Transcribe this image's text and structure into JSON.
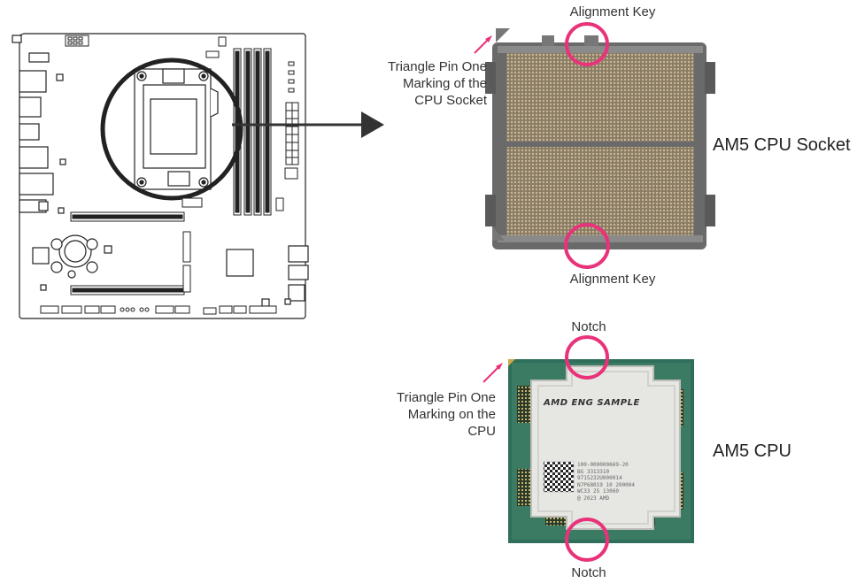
{
  "labels": {
    "alignment_key_top": "Alignment Key",
    "alignment_key_bottom": "Alignment Key",
    "socket_triangle_lines": [
      "Triangle Pin One",
      "Marking of the",
      "CPU Socket"
    ],
    "socket_name": "AM5 CPU Socket",
    "notch_top": "Notch",
    "notch_bottom": "Notch",
    "cpu_triangle_lines": [
      "Triangle Pin One",
      "Marking on the",
      "CPU"
    ],
    "cpu_name": "AM5 CPU"
  },
  "cpu_marking": {
    "title": "AMD ENG SAMPLE",
    "code_lines": [
      "100-000000669-20",
      "BG 3313310",
      "9715232U000014",
      "N7P68019 10 200004",
      "WC33 25 13060",
      "@ 2023 AMD"
    ]
  },
  "colors": {
    "highlight": "#e8337a",
    "arrow": "#333333",
    "socket_frame": "#5a5a5a",
    "cpu_substrate": "#2f6e5a",
    "cpu_lid": "#e6e6e3"
  }
}
